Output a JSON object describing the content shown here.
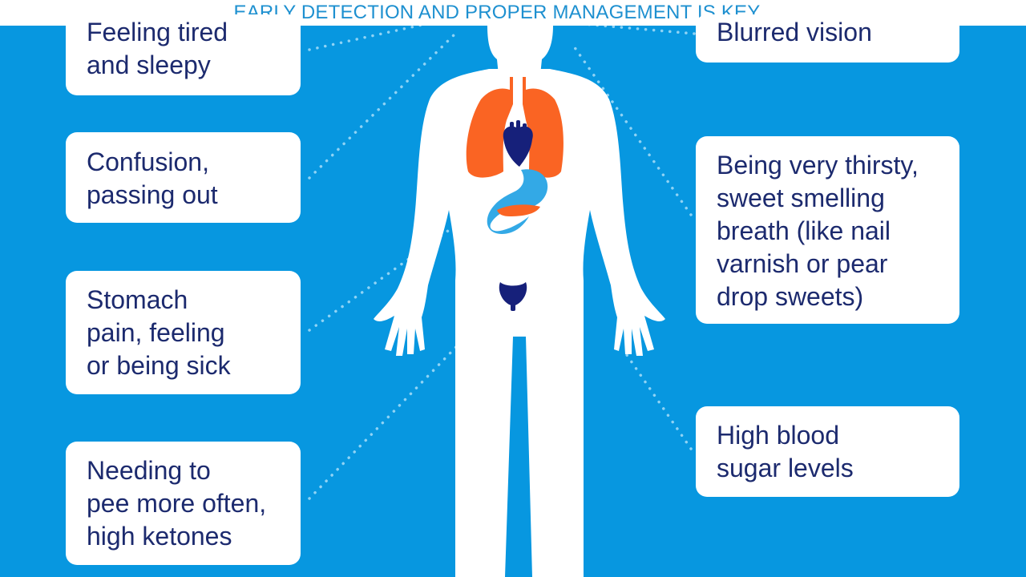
{
  "banner": {
    "text": "EARLY DETECTION AND PROPER MANAGEMENT IS KEY"
  },
  "colors": {
    "background": "#0797e0",
    "body": "#ffffff",
    "lungs": "#fa6423",
    "heart": "#16207a",
    "stomach": "#33a9e6",
    "bladder": "#16207a",
    "text": "#1c2a6e",
    "banner_text": "#1e90d0"
  },
  "symptoms_left": [
    {
      "label": "Feeling tired\nand sleepy"
    },
    {
      "label": "Confusion,\npassing out"
    },
    {
      "label": "Stomach\npain, feeling\nor being sick"
    },
    {
      "label": "Needing to\npee more often,\nhigh ketones"
    }
  ],
  "symptoms_right": [
    {
      "label": "Blurred vision"
    },
    {
      "label": "Being very thirsty,\nsweet smelling\nbreath (like nail\nvarnish or pear\ndrop sweets)"
    },
    {
      "label": "High blood\nsugar levels"
    }
  ]
}
